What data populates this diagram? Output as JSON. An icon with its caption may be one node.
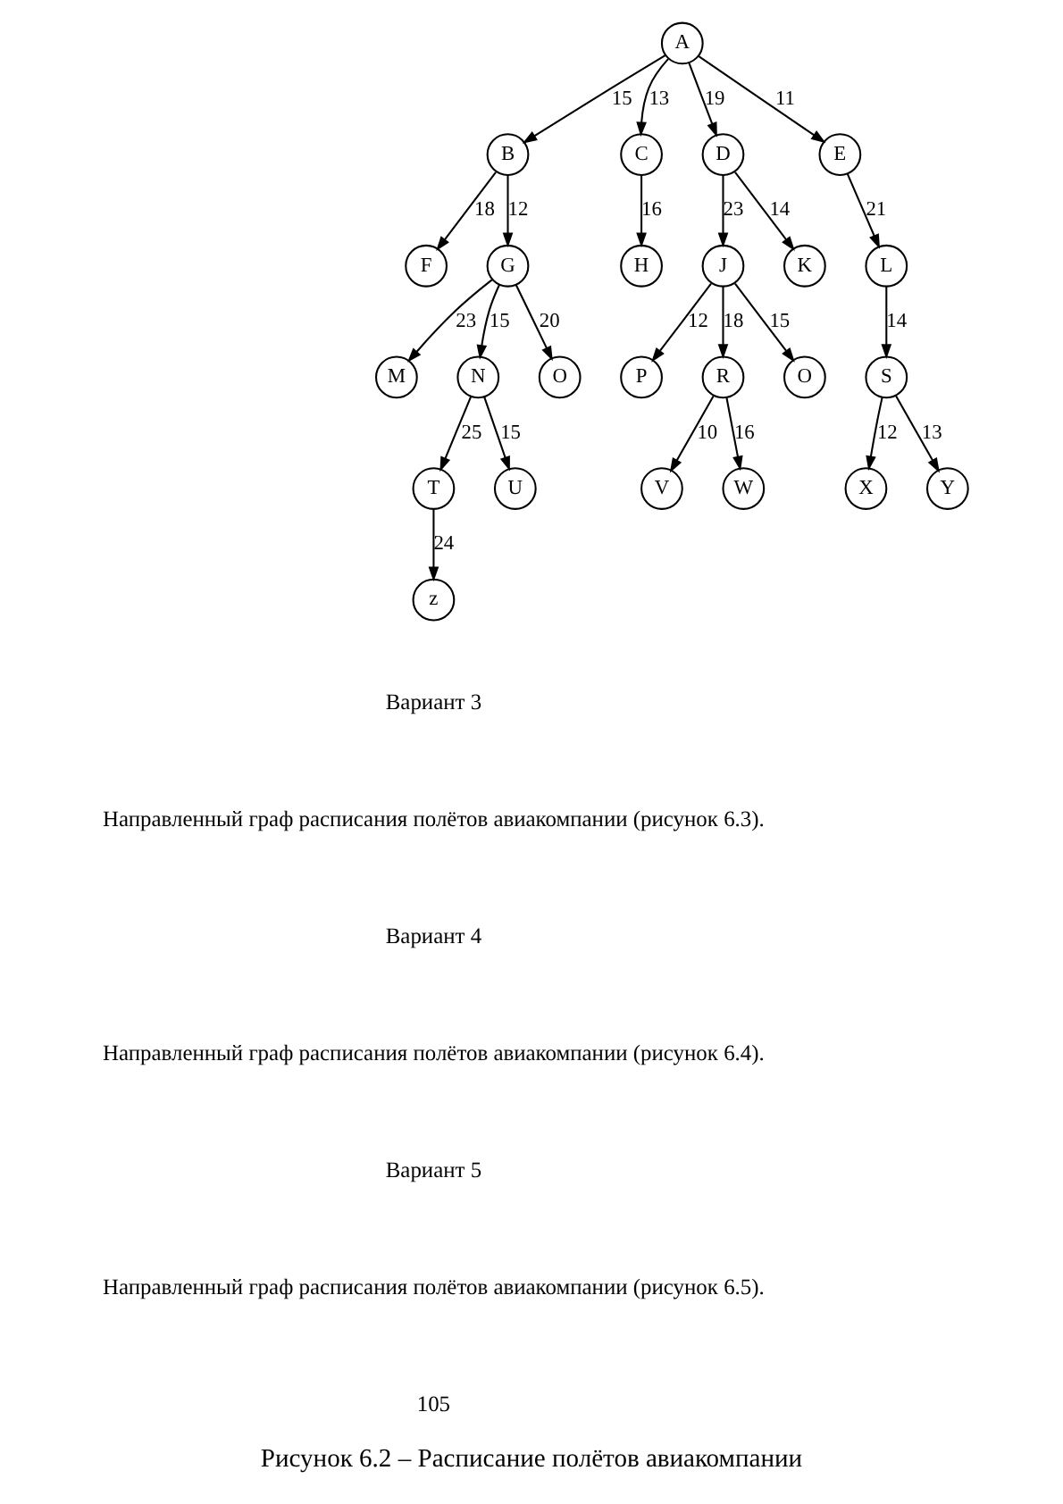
{
  "diagram": {
    "caption": "Рисунок 6.2 – Расписание полётов авиакомпании",
    "nodes": [
      {
        "text": [
          "A"
        ]
      },
      {
        "text": [
          "B"
        ]
      },
      {
        "text": [
          "C"
        ]
      },
      {
        "text": [
          "D"
        ]
      },
      {
        "text": [
          "E"
        ]
      },
      {
        "text": [
          "F"
        ]
      },
      {
        "text": [
          "G"
        ]
      },
      {
        "text": [
          "H"
        ]
      },
      {
        "text": [
          "J"
        ]
      },
      {
        "text": [
          "K"
        ]
      },
      {
        "text": [
          "L"
        ]
      },
      {
        "text": [
          "M"
        ]
      },
      {
        "text": [
          "N"
        ]
      },
      {
        "text": [
          "O"
        ]
      },
      {
        "text": [
          "P"
        ]
      },
      {
        "text": [
          "R"
        ]
      },
      {
        "text": [
          "O"
        ]
      },
      {
        "text": [
          "S"
        ]
      },
      {
        "text": [
          "T"
        ]
      },
      {
        "text": [
          "U"
        ]
      },
      {
        "text": [
          "V"
        ]
      },
      {
        "text": [
          "W"
        ]
      },
      {
        "text": [
          "X"
        ]
      },
      {
        "text": [
          "Y"
        ]
      },
      {
        "text": [
          "z"
        ]
      }
    ],
    "edges": [
      {
        "from": 0,
        "to": 1,
        "arrow": "to",
        "label": "15"
      },
      {
        "from": 0,
        "to": 2,
        "arrow": "to",
        "label": "13"
      },
      {
        "from": 0,
        "to": 3,
        "arrow": "to",
        "label": "19"
      },
      {
        "from": 0,
        "to": 4,
        "arrow": "to",
        "label": "11"
      },
      {
        "from": 1,
        "to": 5,
        "arrow": "to",
        "label": "18"
      },
      {
        "from": 1,
        "to": 6,
        "arrow": "to",
        "label": "12"
      },
      {
        "from": 2,
        "to": 7,
        "arrow": "to",
        "label": "16"
      },
      {
        "from": 3,
        "to": 8,
        "arrow": "to",
        "label": "23"
      },
      {
        "from": 3,
        "to": 9,
        "arrow": "to",
        "label": "14"
      },
      {
        "from": 4,
        "to": 10,
        "arrow": "to",
        "label": "21"
      },
      {
        "from": 6,
        "to": 11,
        "arrow": "to",
        "label": "23"
      },
      {
        "from": 6,
        "to": 12,
        "arrow": "to",
        "label": "15"
      },
      {
        "from": 6,
        "to": 13,
        "arrow": "to",
        "label": "20"
      },
      {
        "from": 8,
        "to": 14,
        "arrow": "to",
        "label": "12"
      },
      {
        "from": 8,
        "to": 15,
        "arrow": "to",
        "label": "18"
      },
      {
        "from": 8,
        "to": 16,
        "arrow": "to",
        "label": "15"
      },
      {
        "from": 10,
        "to": 17,
        "arrow": "to",
        "label": "14"
      },
      {
        "from": 12,
        "to": 18,
        "arrow": "to",
        "label": "25"
      },
      {
        "from": 12,
        "to": 19,
        "arrow": "to",
        "label": "15"
      },
      {
        "from": 15,
        "to": 20,
        "arrow": "to",
        "label": "10"
      },
      {
        "from": 15,
        "to": 21,
        "arrow": "to",
        "label": "16"
      },
      {
        "from": 17,
        "to": 22,
        "arrow": "to",
        "label": "12"
      },
      {
        "from": 17,
        "to": 23,
        "arrow": "to",
        "label": "13"
      },
      {
        "from": 18,
        "to": 24,
        "arrow": "to",
        "label": "24"
      }
    ],
    "labels": [
      "Вариант 3",
      "Направленный граф расписания полётов авиакомпании (рисунок 6.3).",
      "Вариант 4",
      "Направленный граф расписания полётов авиакомпании (рисунок 6.4).",
      "Вариант 5",
      "Направленный граф расписания полётов авиакомпании (рисунок 6.5).",
      "105"
    ]
  }
}
